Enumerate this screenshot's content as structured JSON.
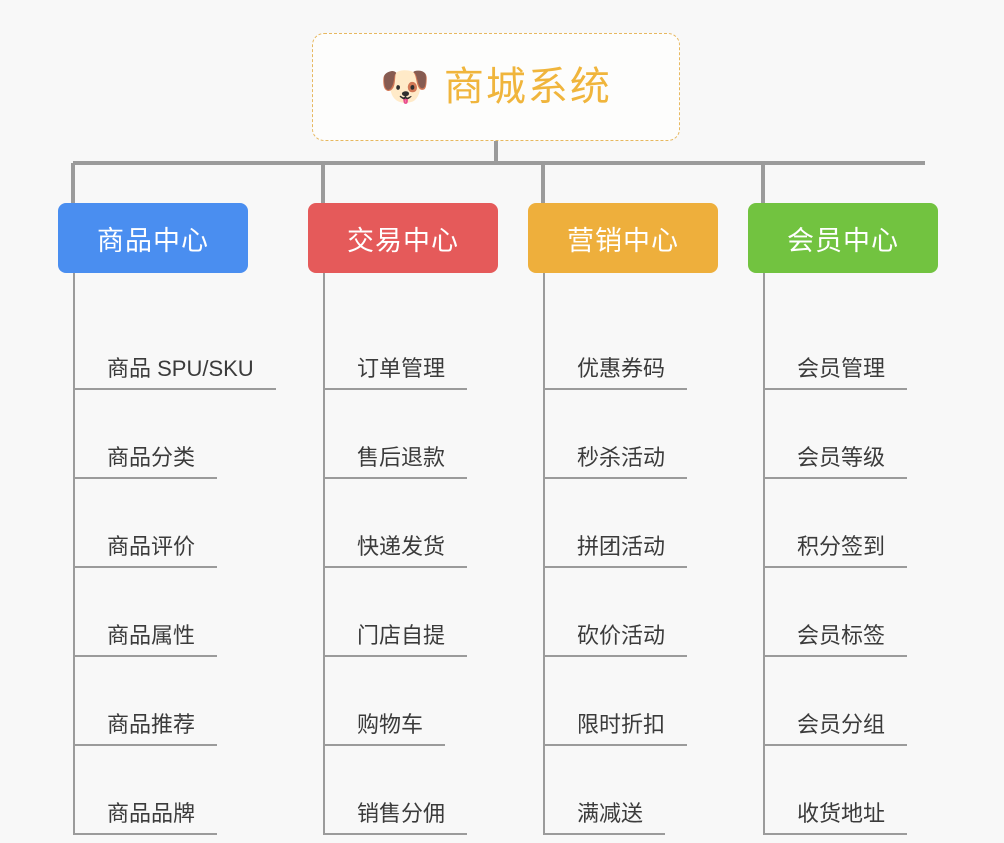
{
  "background_color": "#f8f8f8",
  "root": {
    "icon": "shiba-dog-face-emoji",
    "emoji": "🐶",
    "title": "商城系统",
    "color": "#f0b53c",
    "border_color": "#e7b860"
  },
  "branches": [
    {
      "label": "商品中心",
      "color": "#4a8ef0",
      "items": [
        "商品 SPU/SKU",
        "商品分类",
        "商品评价",
        "商品属性",
        "商品推荐",
        "商品品牌"
      ]
    },
    {
      "label": "交易中心",
      "color": "#e55a5a",
      "items": [
        "订单管理",
        "售后退款",
        "快递发货",
        "门店自提",
        "购物车",
        "销售分佣"
      ]
    },
    {
      "label": "营销中心",
      "color": "#eeaf3c",
      "items": [
        "优惠券码",
        "秒杀活动",
        "拼团活动",
        "砍价活动",
        "限时折扣",
        "满减送"
      ]
    },
    {
      "label": "会员中心",
      "color": "#72c340",
      "items": [
        "会员管理",
        "会员等级",
        "积分签到",
        "会员标签",
        "会员分组",
        "收货地址"
      ]
    }
  ],
  "connector_color": "#9b9b9b"
}
